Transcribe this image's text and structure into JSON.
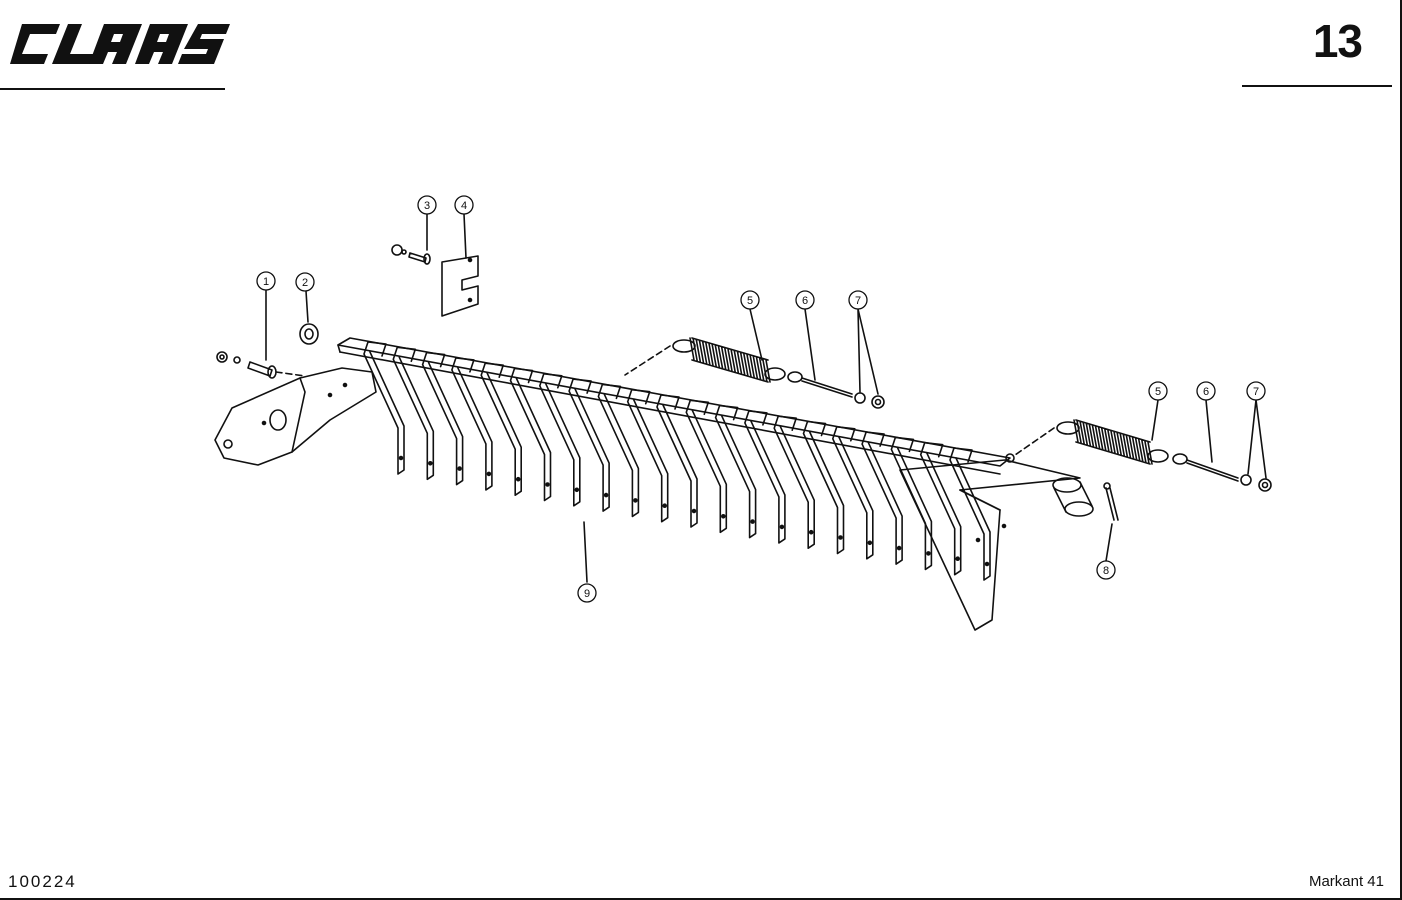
{
  "header": {
    "brand": "CLAAS",
    "page_number": "13"
  },
  "footer": {
    "drawing_number": "100224",
    "model": "Markant 41"
  },
  "callouts": [
    {
      "id": "1",
      "label": "1"
    },
    {
      "id": "2",
      "label": "2"
    },
    {
      "id": "3",
      "label": "3"
    },
    {
      "id": "4",
      "label": "4"
    },
    {
      "id": "5a",
      "label": "5"
    },
    {
      "id": "6a",
      "label": "6"
    },
    {
      "id": "7a",
      "label": "7"
    },
    {
      "id": "5b",
      "label": "5"
    },
    {
      "id": "6b",
      "label": "6"
    },
    {
      "id": "7b",
      "label": "7"
    },
    {
      "id": "8",
      "label": "8"
    },
    {
      "id": "9",
      "label": "9"
    }
  ],
  "diagram": {
    "tine_count": 21
  }
}
